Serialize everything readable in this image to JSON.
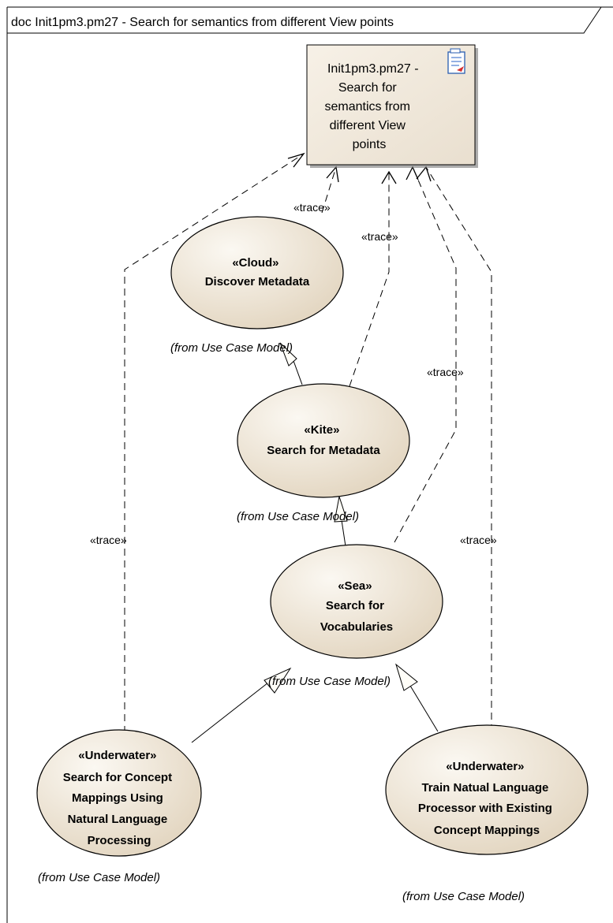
{
  "frame": {
    "title": "doc Init1pm3.pm27 - Search for semantics from different View points"
  },
  "requirement": {
    "lines": [
      "Init1pm3.pm27 -",
      "Search for",
      "semantics from",
      "different View",
      "points"
    ],
    "icon": "document-icon"
  },
  "use_cases": {
    "cloud": {
      "stereotype": "«Cloud»",
      "lines": [
        "Discover Metadata"
      ],
      "from": "(from Use Case Model)"
    },
    "kite": {
      "stereotype": "«Kite»",
      "lines": [
        "Search for Metadata"
      ],
      "from": "(from Use Case Model)"
    },
    "sea": {
      "stereotype": "«Sea»",
      "lines": [
        "Search for",
        "Vocabularies"
      ],
      "from": "(from Use Case Model)"
    },
    "underwater_left": {
      "stereotype": "«Underwater»",
      "lines": [
        "Search for Concept",
        "Mappings Using",
        "Natural Language",
        "Processing"
      ],
      "from": "(from Use Case Model)"
    },
    "underwater_right": {
      "stereotype": "«Underwater»",
      "lines": [
        "Train Natual Language",
        "Processor with Existing",
        "Concept Mappings"
      ],
      "from": "(from Use Case Model)"
    }
  },
  "trace_labels": {
    "cloud": "«trace»",
    "kite": "«trace»",
    "sea": "«trace»",
    "underwater_left": "«trace»",
    "underwater_right": "«trace»"
  },
  "colors": {
    "ellipse_fill_light": "#f8f3ea",
    "ellipse_fill_dark": "#e2d5c0",
    "requirement_fill": "#f1e9dc",
    "line": "#000000"
  }
}
